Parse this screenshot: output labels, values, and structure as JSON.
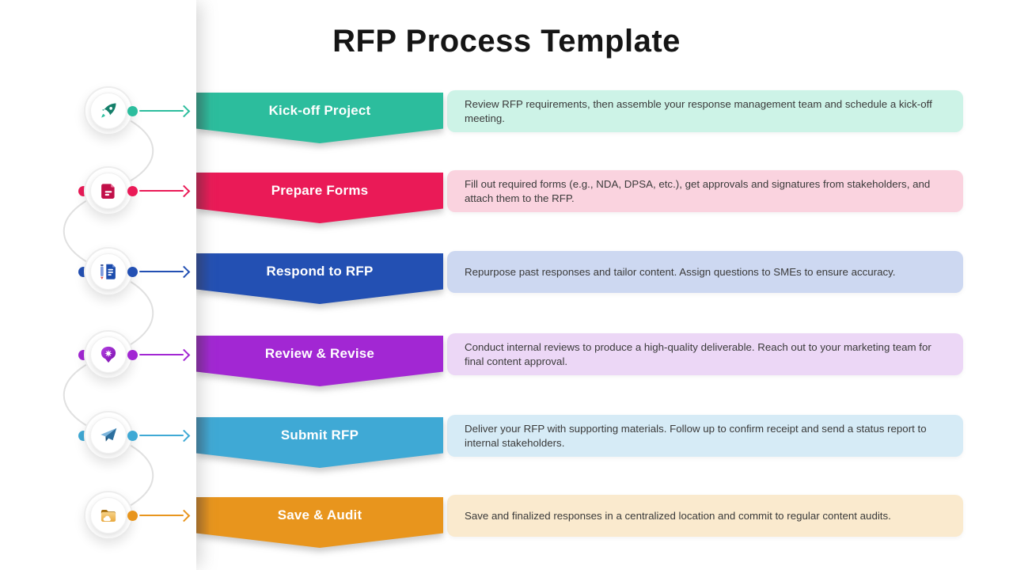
{
  "title": "RFP Process Template",
  "steps": [
    {
      "label": "Kick-off Project",
      "description": "Review RFP requirements, then assemble your response management team and schedule a kick-off meeting.",
      "icon": "rocket-icon",
      "accent": "#2CBD9D",
      "light": "#CDF3E7",
      "left_dot": false
    },
    {
      "label": "Prepare Forms",
      "description": "Fill out required forms (e.g., NDA, DPSA, etc.), get approvals and signatures from stakeholders, and attach them to the RFP.",
      "icon": "document-form-icon",
      "accent": "#EA1A57",
      "light": "#FAD3DF",
      "left_dot": true
    },
    {
      "label": "Respond to RFP",
      "description": "Repurpose past responses and tailor content. Assign questions to SMEs to ensure accuracy.",
      "icon": "edit-document-icon",
      "accent": "#2350B3",
      "light": "#CDD8F1",
      "left_dot": true
    },
    {
      "label": "Review & Revise",
      "description": "Conduct internal reviews to produce a high-quality deliverable. Reach out to your marketing team for final content approval.",
      "icon": "approval-badge-icon",
      "accent": "#A227D3",
      "light": "#ECD7F6",
      "left_dot": true
    },
    {
      "label": "Submit RFP",
      "description": "Deliver your RFP with supporting materials. Follow up to confirm receipt and send a status report to internal stakeholders.",
      "icon": "paper-plane-icon",
      "accent": "#3FA9D5",
      "light": "#D6EBF6",
      "left_dot": true
    },
    {
      "label": "Save & Audit",
      "description": "Save and finalized responses in a centralized location and commit to regular content audits.",
      "icon": "folder-icon",
      "accent": "#E8951D",
      "light": "#FAEACE",
      "left_dot": false
    }
  ]
}
